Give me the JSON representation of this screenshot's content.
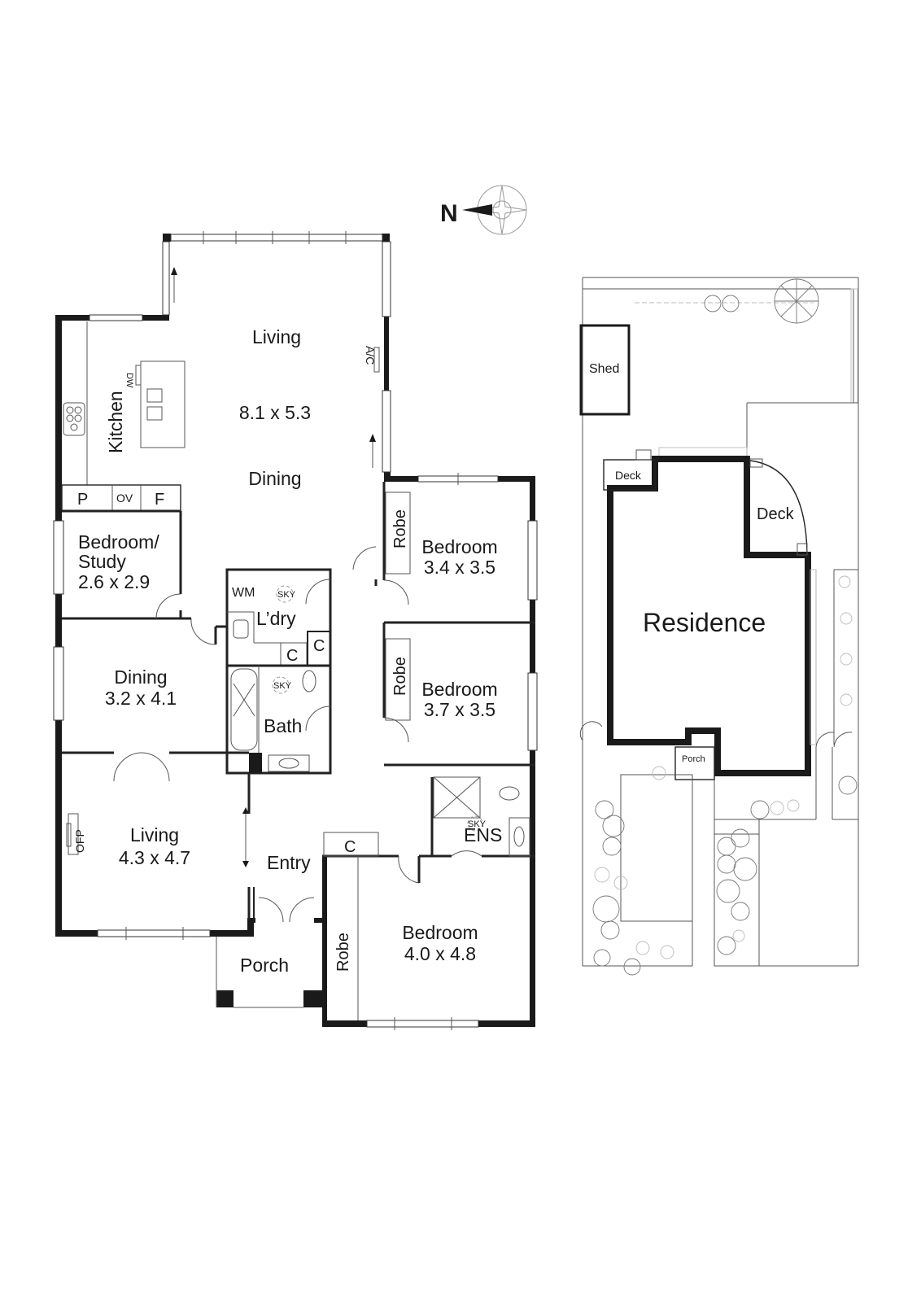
{
  "compass": {
    "label": "N"
  },
  "floor_plan": {
    "rooms": {
      "living_main": {
        "name": "Living",
        "size": "8.1 x 5.3"
      },
      "dining_main": {
        "name": "Dining"
      },
      "kitchen": {
        "name": "Kitchen",
        "dishwasher": "DW",
        "pantry": "P",
        "oven": "OV",
        "fridge": "F"
      },
      "aircon": {
        "label": "A/C"
      },
      "bedroom_study": {
        "name_line1": "Bedroom/",
        "name_line2": "Study",
        "size": "2.6 x 2.9"
      },
      "laundry": {
        "name": "L’dry",
        "washing_machine": "WM",
        "skylight": "SKY",
        "cupboard_1": "C",
        "cupboard_2": "C"
      },
      "dining": {
        "name": "Dining",
        "size": "3.2 x 4.1"
      },
      "bath": {
        "name": "Bath",
        "skylight": "SKY"
      },
      "living": {
        "name": "Living",
        "size": "4.3 x 4.7",
        "fireplace": "OFP"
      },
      "entry": {
        "name": "Entry",
        "cupboard": "C"
      },
      "porch": {
        "name": "Porch"
      },
      "bedroom_1": {
        "name": "Bedroom",
        "size": "3.4 x 3.5",
        "robe": "Robe"
      },
      "bedroom_2": {
        "name": "Bedroom",
        "size": "3.7 x 3.5",
        "robe": "Robe"
      },
      "ensuite": {
        "name": "ENS",
        "skylight": "SKY"
      },
      "bedroom_master": {
        "name": "Bedroom",
        "size": "4.0 x 4.8",
        "robe": "Robe"
      }
    }
  },
  "site_plan": {
    "shed": "Shed",
    "deck_small": "Deck",
    "deck_large": "Deck",
    "residence": "Residence",
    "porch": "Porch"
  }
}
